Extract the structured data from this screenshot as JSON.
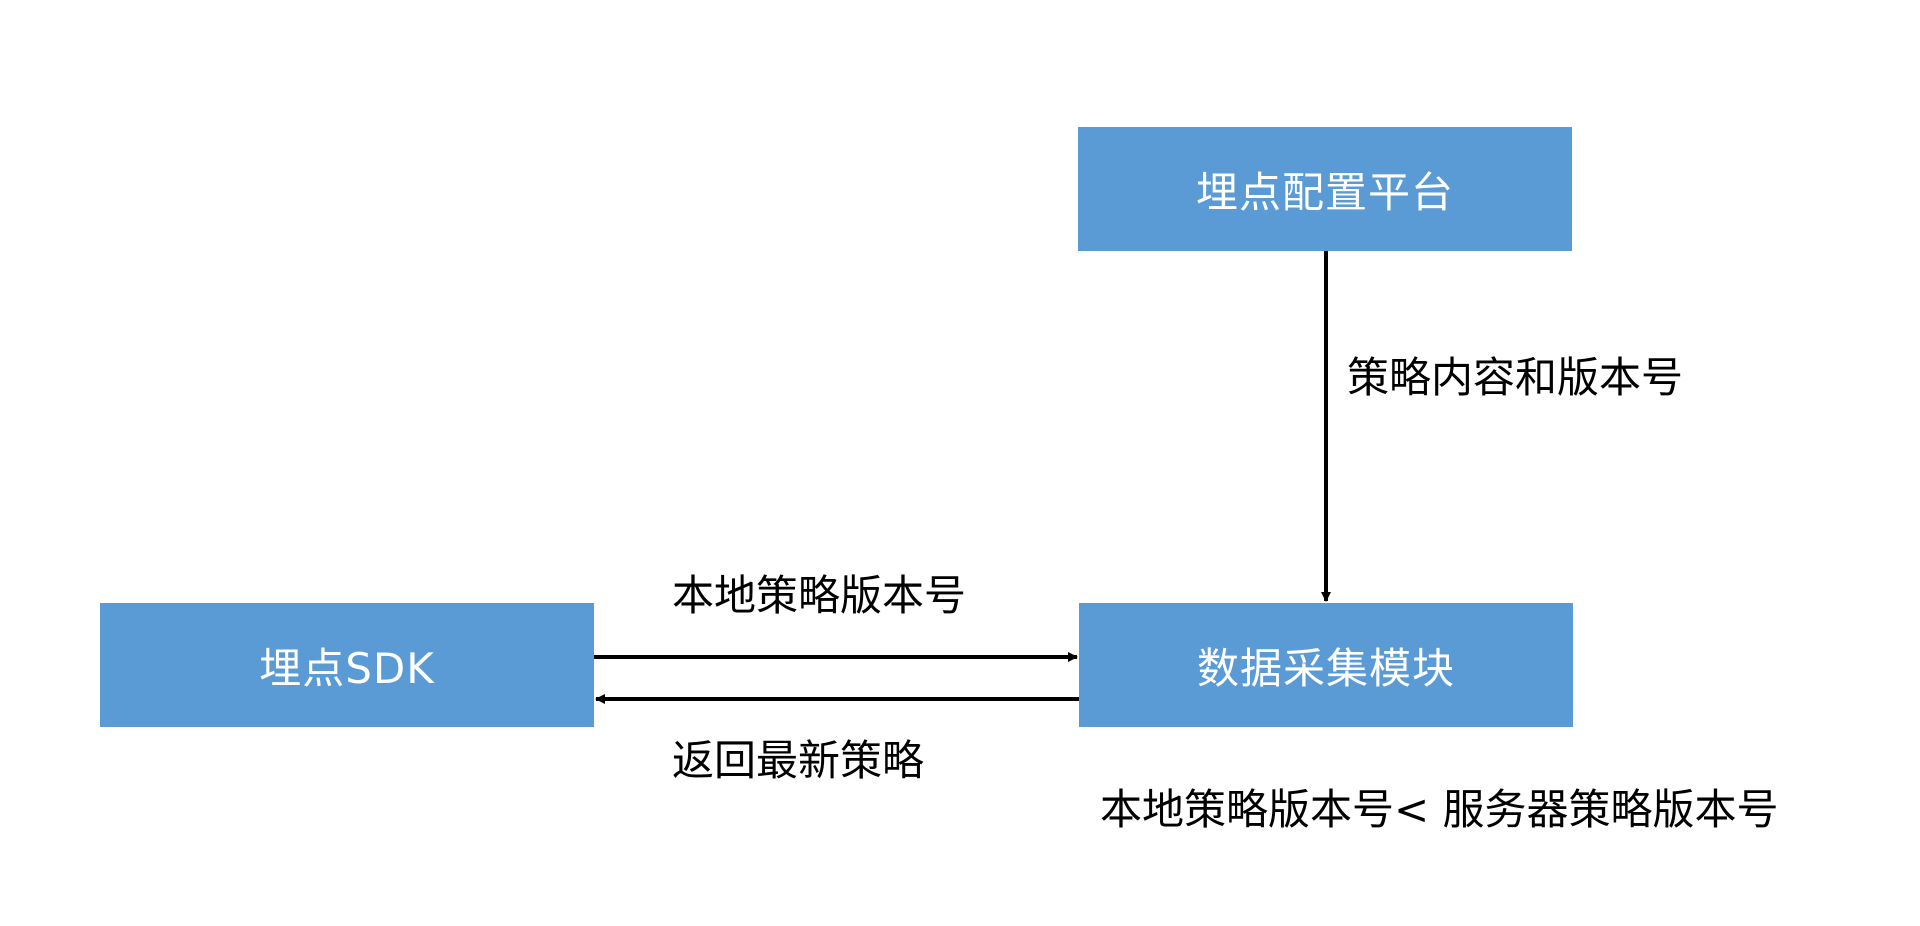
{
  "colors": {
    "node_fill": "#5b9bd5",
    "node_text": "#ffffff",
    "edge": "#000000",
    "label_text": "#000000"
  },
  "nodes": {
    "platform": "埋点配置平台",
    "collector": "数据采集模块",
    "sdk": "埋点SDK"
  },
  "edges": {
    "platform_to_collector": "策略内容和版本号",
    "sdk_to_collector": "本地策略版本号",
    "collector_to_sdk": "返回最新策略"
  },
  "condition": "本地策略版本号< 服务器策略版本号"
}
